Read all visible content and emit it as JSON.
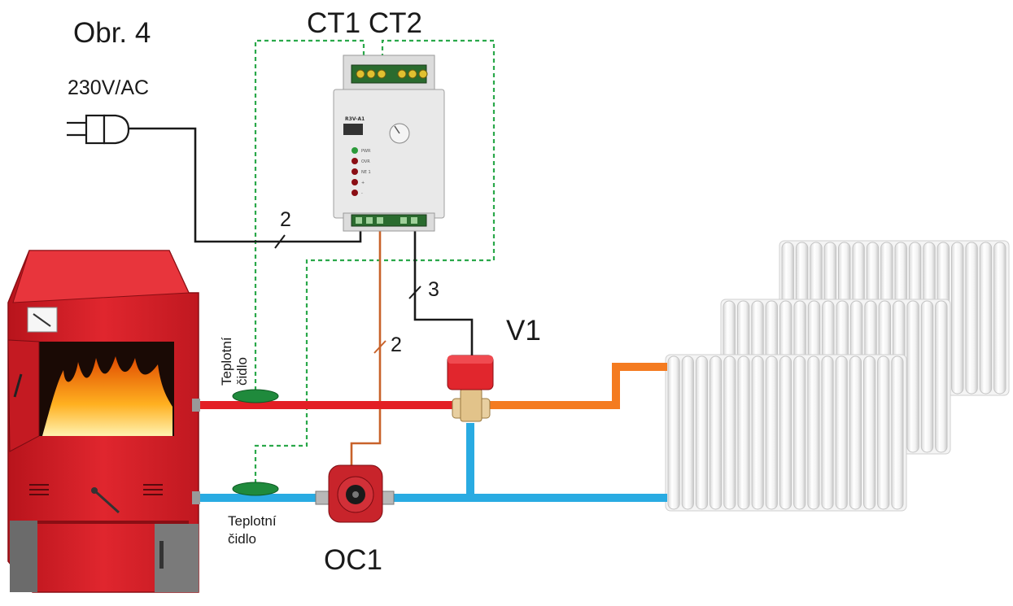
{
  "figure": {
    "title": "Obr. 4",
    "power_label": "230V/AC",
    "sensor_inputs_label": "CT1 CT2"
  },
  "controller": {
    "model": "R3V-A1",
    "leds": [
      "PWR",
      "OVR",
      "NE 1",
      "+",
      "-"
    ]
  },
  "wire_counts": {
    "power": "2",
    "pump": "2",
    "valve": "3"
  },
  "components": {
    "valve": "V1",
    "pump": "OC1",
    "sensor_supply": "Teplotní\nčidlo",
    "sensor_return_line1": "Teplotní",
    "sensor_return_line2": "čidlo",
    "sensor_supply_line1": "Teplotní",
    "sensor_supply_line2": "čidlo"
  },
  "colors": {
    "boiler": "#d8202a",
    "supply_pipe": "#e31e24",
    "return_pipe": "#29abe2",
    "mixed_pipe": "#f47b20",
    "pump_wire": "#c8622a",
    "sensor_wire": "#2aa84a",
    "power_wire": "#1a1a1a",
    "sensor": "#1f8a3c"
  }
}
